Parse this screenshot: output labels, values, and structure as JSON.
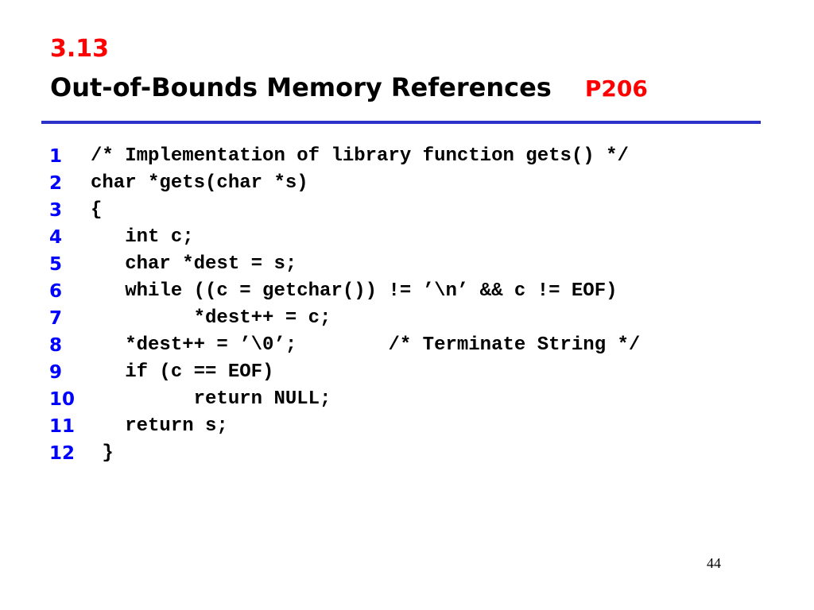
{
  "slide": {
    "section": "3.13",
    "title": "Out-of-Bounds Memory References",
    "page_ref": "P206",
    "page_number": "44"
  },
  "code": {
    "lines": [
      {
        "num": "1",
        "text": "/* Implementation of library function gets() */"
      },
      {
        "num": "2",
        "text": "char *gets(char *s)"
      },
      {
        "num": "3",
        "text": "{"
      },
      {
        "num": "4",
        "text": "   int c;"
      },
      {
        "num": "5",
        "text": "   char *dest = s;"
      },
      {
        "num": "6",
        "text": "   while ((c = getchar()) != ’\\n’ && c != EOF)"
      },
      {
        "num": "7",
        "text": "         *dest++ = c;"
      },
      {
        "num": "8",
        "text": "   *dest++ = ’\\0’;        /* Terminate String */"
      },
      {
        "num": "9",
        "text": "   if (c == EOF)"
      },
      {
        "num": "10",
        "text": "         return NULL;"
      },
      {
        "num": "11",
        "text": "   return s;"
      },
      {
        "num": "12",
        "text": " }"
      }
    ]
  },
  "colors": {
    "section": "#ff0000",
    "page_ref": "#ff0000",
    "line_numbers": "#0000ff",
    "rule": "#2c32c8"
  }
}
